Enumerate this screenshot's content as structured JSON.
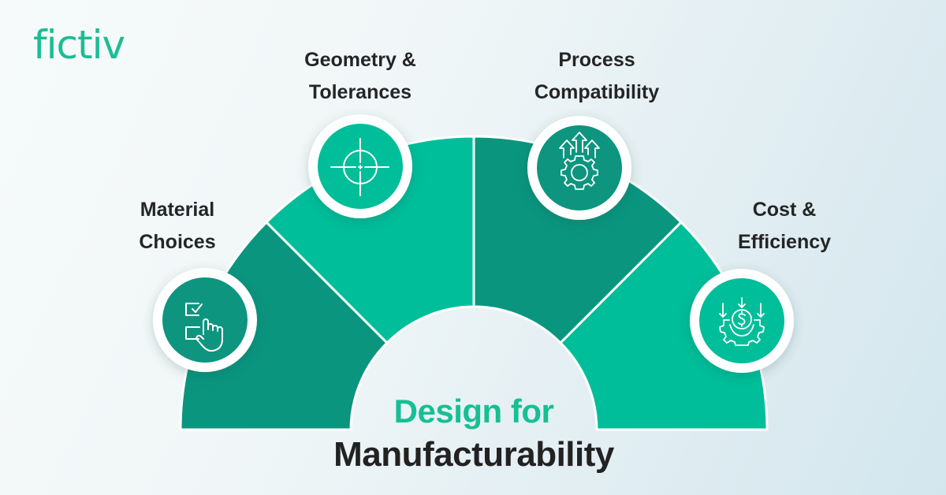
{
  "brand": {
    "logo_text": "fictiv",
    "color": "#1bbd94"
  },
  "colors": {
    "light_teal": "#00be9a",
    "dark_teal": "#0a957f",
    "background_light": "#f4f9f9",
    "background_blue": "#d3e6ee",
    "text_dark": "#252525"
  },
  "title": {
    "line1": "Design for",
    "line2": "Manufacturability"
  },
  "segments": [
    {
      "label_line1": "Material",
      "label_line2": "Choices",
      "icon": "checklist-hand-icon",
      "shade": "dark"
    },
    {
      "label_line1": "Geometry &",
      "label_line2": "Tolerances",
      "icon": "crosshair-icon",
      "shade": "light"
    },
    {
      "label_line1": "Process",
      "label_line2": "Compatibility",
      "icon": "gear-arrows-up-icon",
      "shade": "dark"
    },
    {
      "label_line1": "Cost &",
      "label_line2": "Efficiency",
      "icon": "gear-dollar-icon",
      "shade": "light"
    }
  ]
}
